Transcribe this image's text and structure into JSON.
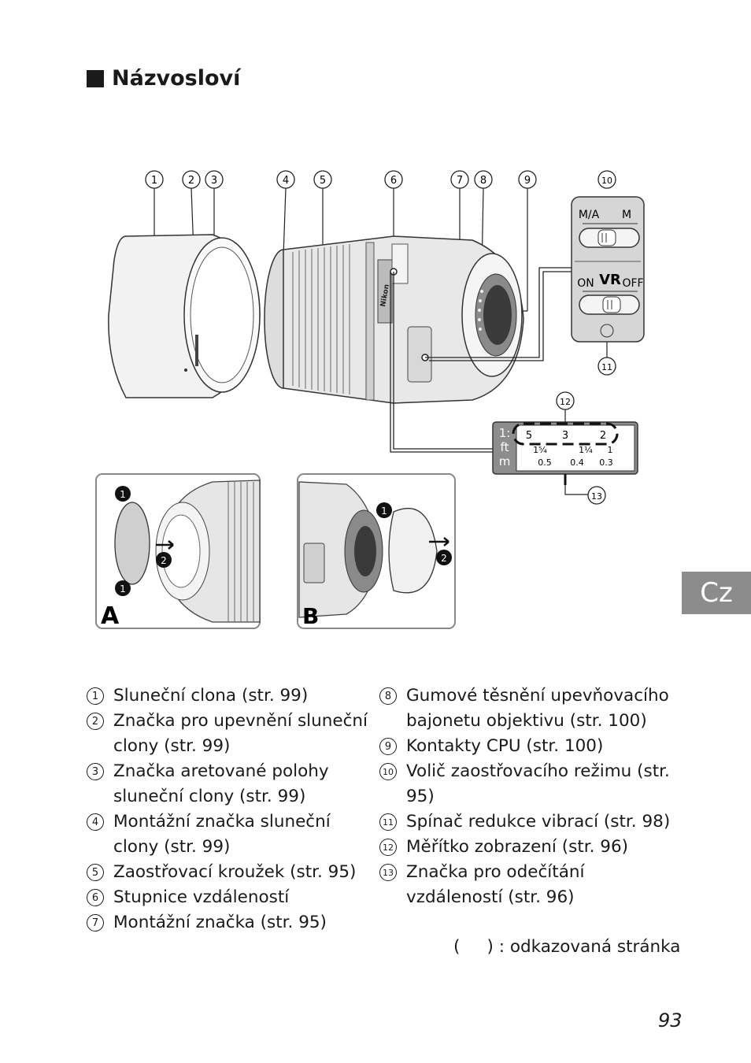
{
  "heading": {
    "title": "Názvosloví"
  },
  "figure": {
    "callouts": [
      "1",
      "2",
      "3",
      "4",
      "5",
      "6",
      "7",
      "8",
      "9",
      "10",
      "11",
      "12",
      "13"
    ],
    "panel_a": {
      "label": "A",
      "steps": [
        "1",
        "2",
        "1"
      ]
    },
    "panel_b": {
      "label": "B",
      "steps": [
        "1",
        "2"
      ]
    },
    "focus_switch": {
      "left": "M/A",
      "right": "M"
    },
    "vr_switch": {
      "brand": "VR",
      "left": "ON",
      "right": "OFF"
    },
    "scale": {
      "ratio": "1:",
      "unit_ft": "ft",
      "unit_m": "m",
      "ratio_values": [
        "5",
        "3",
        "2"
      ],
      "ft_values": [
        "1⁵⁄₄",
        "1¹⁄₄",
        "1"
      ],
      "m_values": [
        "0.5",
        "0.4",
        "0.3"
      ]
    },
    "brand_text": "Nikon"
  },
  "parts_left": [
    {
      "num": "1",
      "text": "Sluneční clona (str. 99)"
    },
    {
      "num": "2",
      "text": "Značka pro upevnění sluneční clony (str. 99)"
    },
    {
      "num": "3",
      "text": "Značka aretované polohy sluneční clony (str. 99)"
    },
    {
      "num": "4",
      "text": "Montážní značka sluneční clony (str. 99)"
    },
    {
      "num": "5",
      "text": "Zaostřovací kroužek (str. 95)"
    },
    {
      "num": "6",
      "text": "Stupnice vzdáleností"
    },
    {
      "num": "7",
      "text": "Montážní značka (str. 95)"
    }
  ],
  "parts_right": [
    {
      "num": "8",
      "text": "Gumové těsnění upevňovacího bajonetu objektivu (str. 100)"
    },
    {
      "num": "9",
      "text": "Kontakty CPU (str. 100)"
    },
    {
      "num": "10",
      "text": "Volič zaostřovacího režimu (str. 95)"
    },
    {
      "num": "11",
      "text": "Spínač redukce vibrací (str. 98)"
    },
    {
      "num": "12",
      "text": "Měřítko zobrazení (str. 96)"
    },
    {
      "num": "13",
      "text": "Značka pro odečítání vzdáleností (str. 96)"
    }
  ],
  "ref_note": "(     ) : odkazovaná stránka",
  "language_tab": "Cz",
  "page_number": "93"
}
